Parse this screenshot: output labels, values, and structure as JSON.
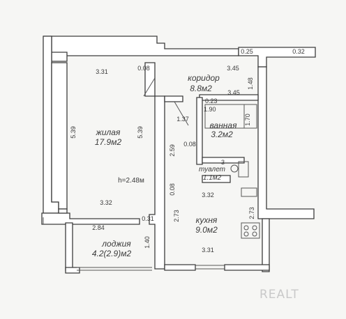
{
  "rooms": {
    "living": {
      "name": "жилая",
      "area": "17.9м2"
    },
    "corridor": {
      "name": "коридор",
      "area": "8.8м2"
    },
    "bath": {
      "name": "ванная",
      "area": "3.2м2"
    },
    "toilet": {
      "name": "туалет",
      "area": "1.1м2"
    },
    "kitchen": {
      "name": "кухня",
      "area": "9.0м2"
    },
    "loggia": {
      "name": "лоджия",
      "area": "4.2(2.9)м2"
    }
  },
  "ceiling_height": "h=2.48м",
  "dims": {
    "top_living": "3.31",
    "door_gap": "0.08",
    "top_right_a": "0.25",
    "top_right_b": "0.32",
    "corridor_w": "3.45",
    "corridor_w2": "3.45",
    "corridor_h": "1.48",
    "bath_a": "0.23",
    "bath_b": "1.90",
    "bath_h": "1.70",
    "corr_seg": "1.37",
    "living_left": "5.39",
    "living_right": "5.39",
    "kitchen_corr": "2.59",
    "bath_gap": "0.08",
    "kitchen_gap": "0.08",
    "kitchen_top": "3.32",
    "living_bottom": "3.32",
    "balcony_gap": "0.31",
    "loggia_w": "2.84",
    "loggia_h": "1.40",
    "kitchen_left": "2.73",
    "kitchen_right": "2.73",
    "kitchen_bottom": "3.31"
  },
  "toilet_num": "3",
  "watermark": "REALT"
}
